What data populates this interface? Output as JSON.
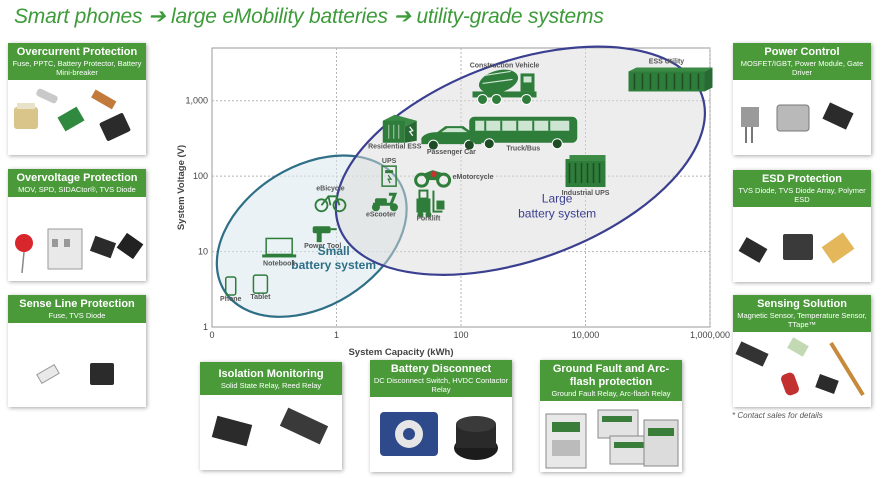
{
  "title": "Smart phones ➔ large eMobility batteries ➔ utility-grade systems",
  "colors": {
    "green": "#4a9a3a",
    "title_green": "#3d9b3a",
    "navy": "#3a3f8f",
    "teal": "#2e6f86",
    "icon_green": "#2f7d3b"
  },
  "cards": {
    "overcurrent": {
      "title": "Overcurrent Protection",
      "subtitle": "Fuse, PPTC, Battery Protector, Battery Mini-breaker"
    },
    "overvoltage": {
      "title": "Overvoltage Protection",
      "subtitle": "MOV, SPD, SIDACtor®, TVS Diode"
    },
    "sense_line": {
      "title": "Sense Line Protection",
      "subtitle": "Fuse, TVS Diode"
    },
    "power_control": {
      "title": "Power Control",
      "subtitle": "MOSFET/IGBT, Power Module, Gate Driver"
    },
    "esd": {
      "title": "ESD Protection",
      "subtitle": "TVS Diode, TVS Diode Array, Polymer ESD"
    },
    "sensing": {
      "title": "Sensing Solution",
      "subtitle": "Magnetic Sensor, Temperature Sensor, TTape™"
    },
    "isolation": {
      "title": "Isolation Monitoring",
      "subtitle": "Solid State Relay, Reed Relay"
    },
    "battery_disconnect": {
      "title": "Battery Disconnect",
      "subtitle": "DC Disconnect Switch, HVDC Contactor Relay"
    },
    "ground_fault": {
      "title": "Ground Fault and Arc-flash protection",
      "subtitle": "Ground Fault Relay, Arc-flash Relay"
    }
  },
  "footnote": "* Contact sales for details",
  "chart_data": {
    "type": "scatter",
    "xlabel": "System Capacity (kWh)",
    "ylabel": "System Voltage (V)",
    "x_scale": "log",
    "y_scale": "log",
    "xlim": [
      0.01,
      1000000
    ],
    "ylim": [
      1,
      5000
    ],
    "x_ticks": [
      {
        "value": 0.01,
        "label": "0"
      },
      {
        "value": 1,
        "label": "1"
      },
      {
        "value": 100,
        "label": "100"
      },
      {
        "value": 10000,
        "label": "10,000"
      },
      {
        "value": 1000000,
        "label": "1,000,000"
      }
    ],
    "y_ticks": [
      {
        "value": 1,
        "label": "1"
      },
      {
        "value": 10,
        "label": "10"
      },
      {
        "value": 100,
        "label": "100"
      },
      {
        "value": 1000,
        "label": "1,000"
      }
    ],
    "grid": true,
    "regions": [
      {
        "name": "Small battery system",
        "label_lines": [
          "Small",
          "battery system"
        ]
      },
      {
        "name": "Large battery system",
        "label_lines": [
          "Large",
          "battery system"
        ]
      }
    ],
    "points": [
      {
        "label": "Phone",
        "x": 0.02,
        "y": 3.5,
        "icon": "phone-icon"
      },
      {
        "label": "Tablet",
        "x": 0.06,
        "y": 3.7,
        "icon": "tablet-icon"
      },
      {
        "label": "Notebook",
        "x": 0.12,
        "y": 11,
        "icon": "laptop-icon"
      },
      {
        "label": "Power Tool",
        "x": 0.6,
        "y": 17,
        "icon": "drill-icon"
      },
      {
        "label": "eBicycle",
        "x": 0.8,
        "y": 45,
        "icon": "bicycle-icon"
      },
      {
        "label": "eScooter",
        "x": 6,
        "y": 45,
        "icon": "scooter-icon"
      },
      {
        "label": "UPS",
        "x": 7,
        "y": 100,
        "icon": "ups-icon"
      },
      {
        "label": "eMotorcycle",
        "x": 35,
        "y": 100,
        "icon": "motorcycle-icon"
      },
      {
        "label": "Forklift",
        "x": 30,
        "y": 42,
        "icon": "forklift-icon"
      },
      {
        "label": "Residential ESS",
        "x": 10,
        "y": 400,
        "icon": "residential-ess-icon"
      },
      {
        "label": "Passenger Car",
        "x": 70,
        "y": 300,
        "icon": "car-icon"
      },
      {
        "label": "Construction Vehicle",
        "x": 500,
        "y": 1500,
        "icon": "mixer-truck-icon"
      },
      {
        "label": "Truck/Bus",
        "x": 1000,
        "y": 400,
        "icon": "bus-icon"
      },
      {
        "label": "Industrial UPS",
        "x": 10000,
        "y": 110,
        "icon": "industrial-ups-icon"
      },
      {
        "label": "ESS Utility",
        "x": 200000,
        "y": 1800,
        "icon": "ess-utility-icon"
      }
    ]
  }
}
